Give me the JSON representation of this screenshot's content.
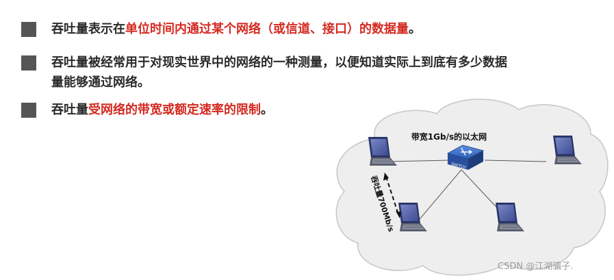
{
  "points": [
    {
      "pre": "吞吐量表示在",
      "hl": "单位时间内通过某个网络（或信道、接口）的数据量",
      "post": "。"
    },
    {
      "line1": "吞吐量被经常用于对现实世界中的网络的一种测量，以便知道实际上到底有多少数据",
      "line2": "量能够通过网络。"
    },
    {
      "pre": "吞吐量",
      "hl": "受网络的带宽或额定速率的限制",
      "post": "。"
    }
  ],
  "diagram": {
    "ethernet_label": "带宽1Gb/s的以太网",
    "switch_label": "SWITCH",
    "throughput_label": "吞吐量700Mb/s"
  },
  "watermark": "CSDN @江湖骗子."
}
